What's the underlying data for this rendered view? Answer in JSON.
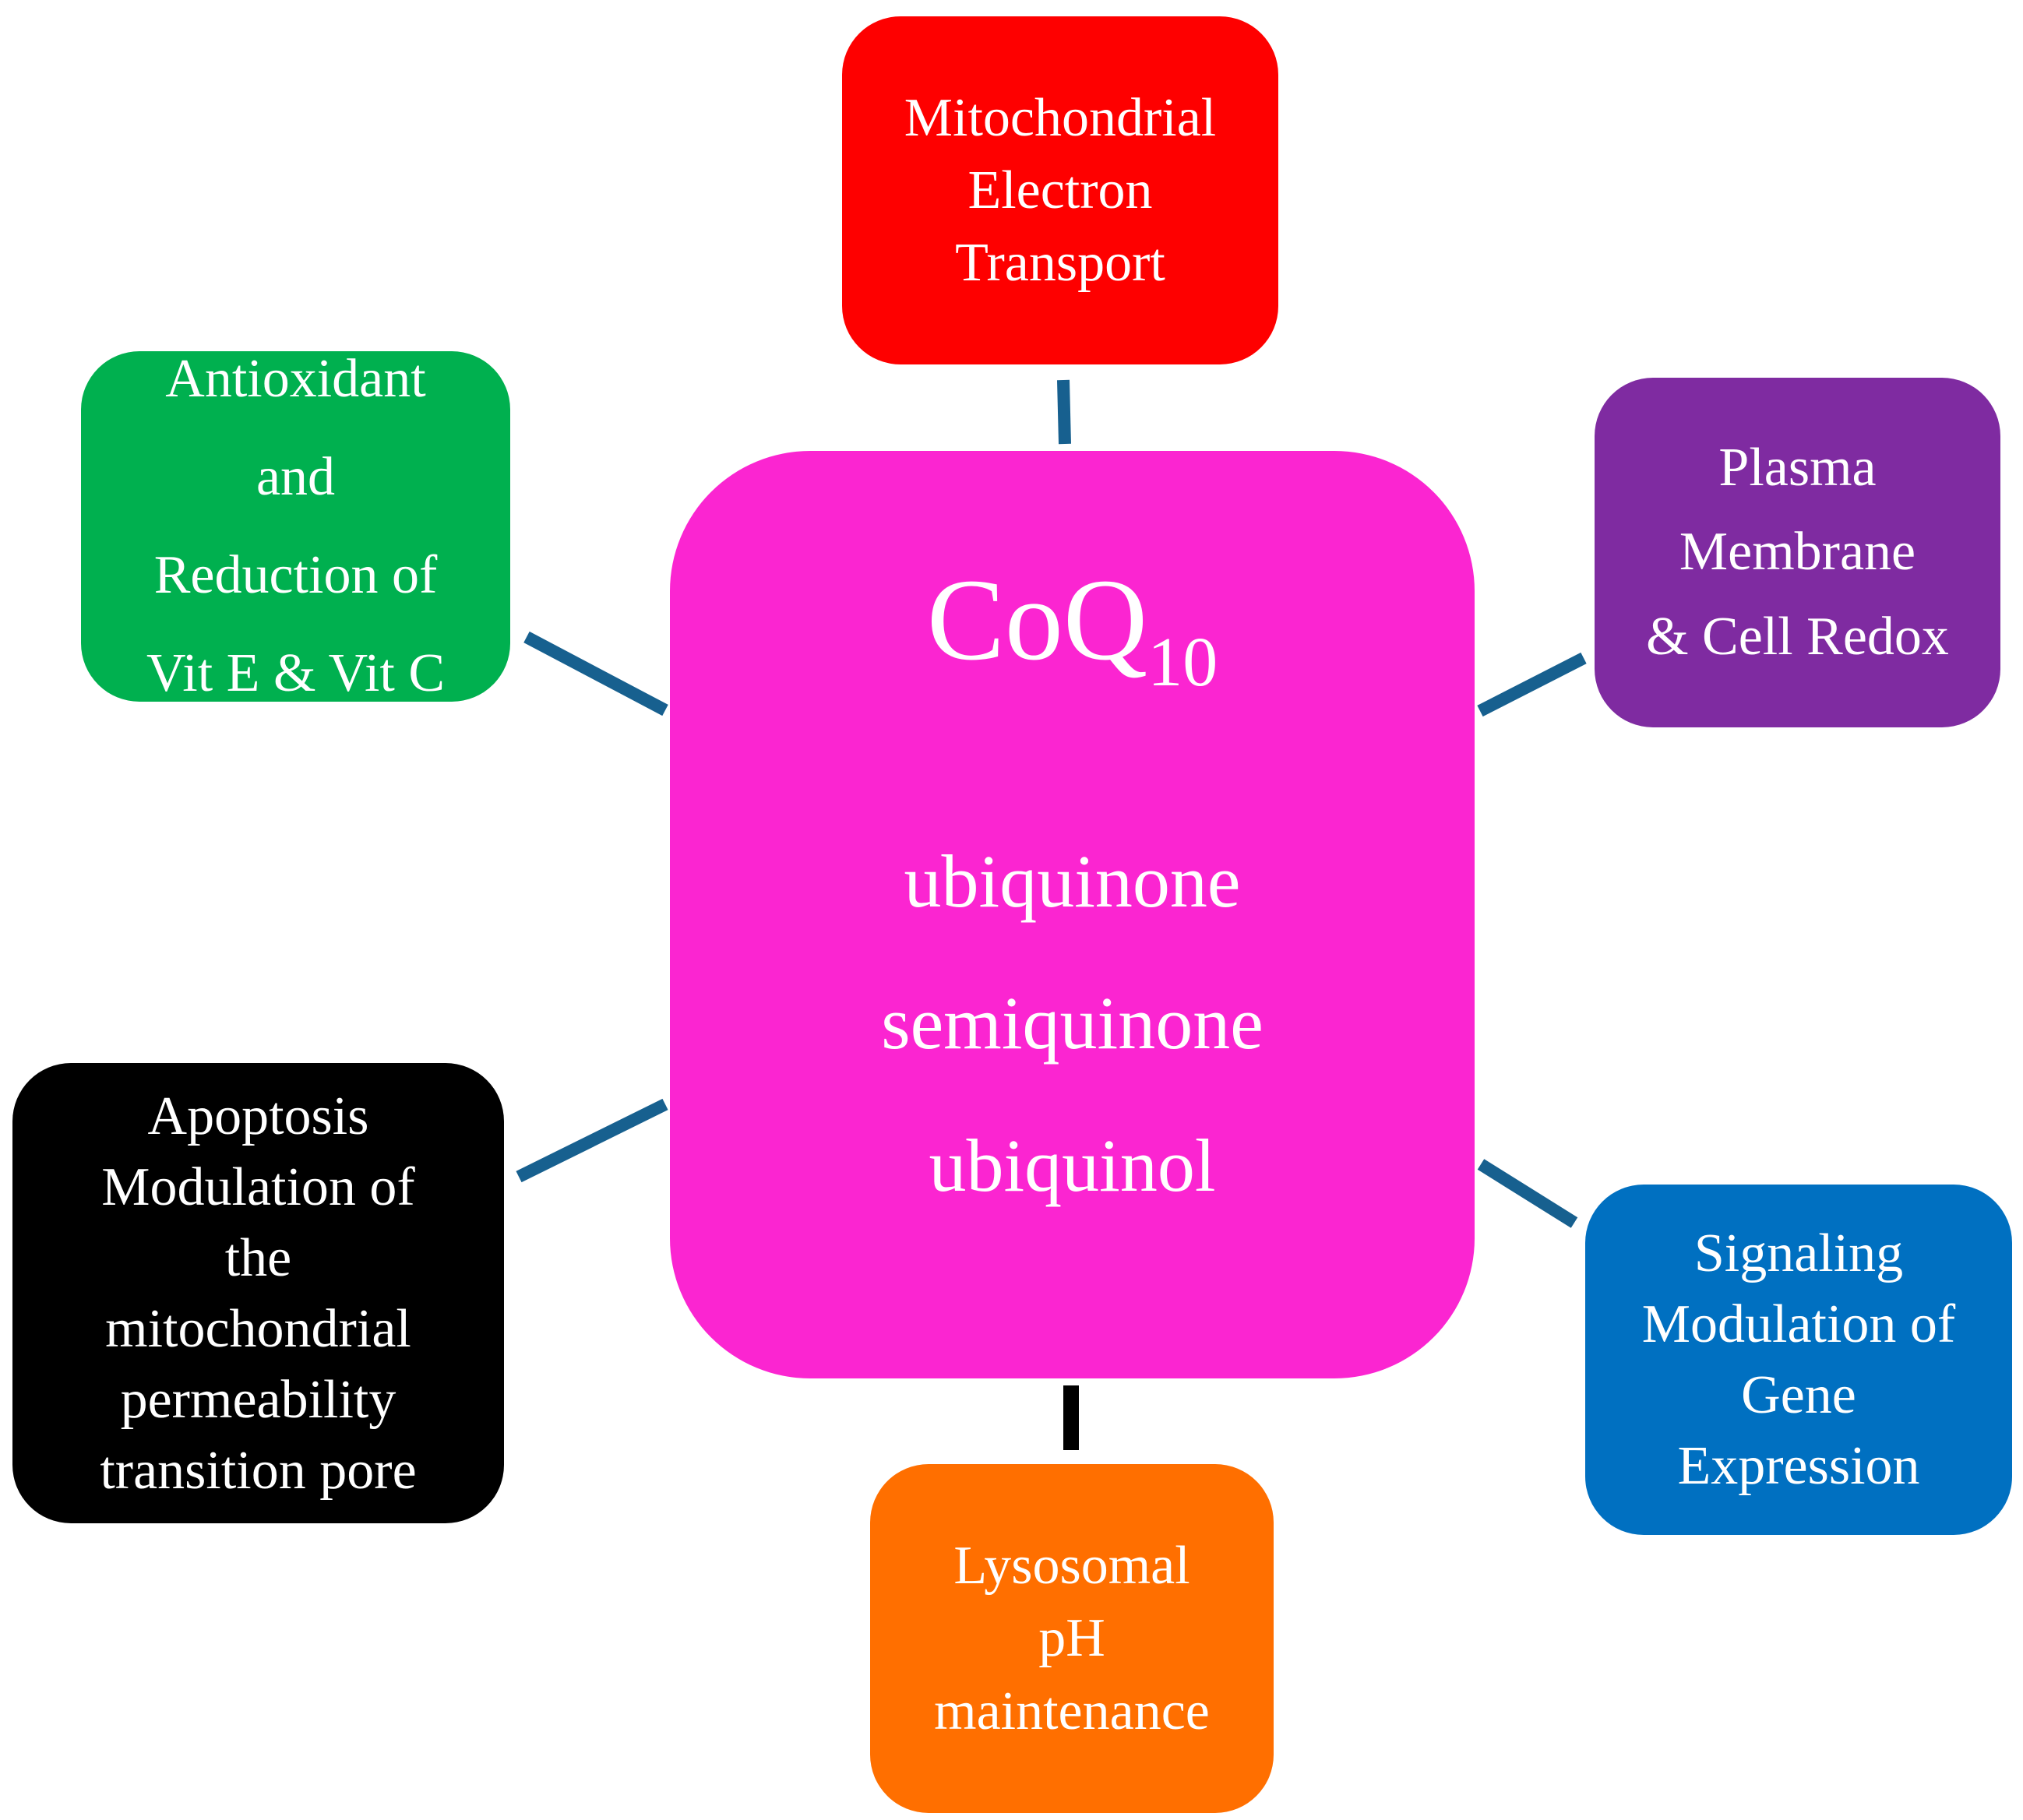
{
  "colors": {
    "connector": "#17608f",
    "connector_bottom": "#000000",
    "center": "#fb25d1",
    "mito": "#fe0000",
    "antiox": "#00b04f",
    "plasma": "#7f2ba1",
    "apop": "#000000",
    "signal": "#0070c1",
    "lyso": "#ff6f00"
  },
  "center": {
    "title_main": "CoQ",
    "title_sub": "10",
    "forms": [
      "ubiquinone",
      "semiquinone",
      "ubiquinol"
    ]
  },
  "boxes": {
    "mito": {
      "lines": [
        "Mitochondrial",
        "Electron",
        "Transport"
      ]
    },
    "antiox": {
      "lines": [
        "Antioxidant",
        "and",
        "Reduction of",
        "Vit E & Vit C"
      ]
    },
    "plasma": {
      "lines": [
        "Plasma",
        "Membrane",
        "& Cell Redox"
      ]
    },
    "apop": {
      "lines": [
        "Apoptosis",
        "Modulation of",
        "the",
        "mitochondrial",
        "permeability",
        "transition pore"
      ]
    },
    "signal": {
      "lines": [
        "Signaling",
        "Modulation of",
        "Gene",
        "Expression"
      ]
    },
    "lyso": {
      "lines": [
        "Lysosomal",
        "pH",
        "maintenance"
      ]
    }
  }
}
